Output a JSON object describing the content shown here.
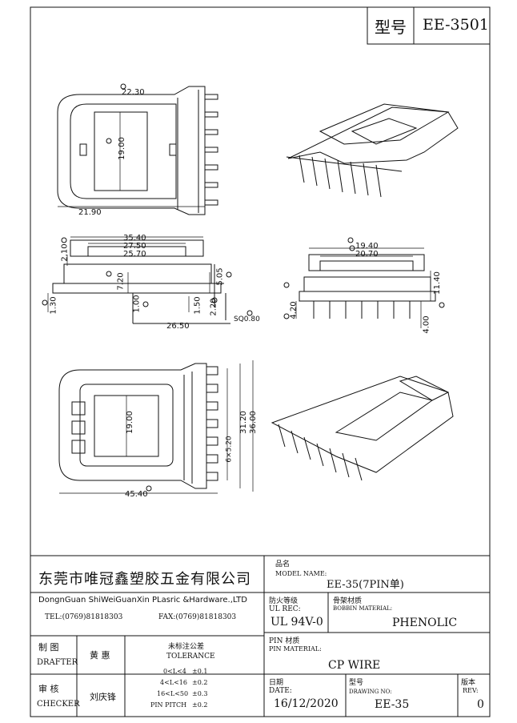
{
  "header": {
    "model_label": "型号",
    "model_value": "EE-3501"
  },
  "dims": {
    "top": {
      "d1": "22.30",
      "d2": "19.00",
      "d3": "21.90"
    },
    "side": {
      "d1": "35.40",
      "d2": "27.50",
      "d3": "25.70",
      "d4": "2.10",
      "d5": "7.20",
      "d6": "5.05",
      "d7": "1.30",
      "d8": "1.00",
      "d9": "1.50",
      "d10": "2.20",
      "d11": "26.50",
      "d12": "SQ0.80"
    },
    "front": {
      "d1": "19.40",
      "d2": "20.70",
      "d3": "11.40",
      "d4": "4.20",
      "d5": "4.00"
    },
    "bottom": {
      "d1": "19.00",
      "d2": "31.20",
      "d3": "36.00",
      "d4": "6×5.20",
      "d5": "45.40"
    }
  },
  "company": {
    "name_cn": "东莞市唯冠鑫塑胶五金有限公司",
    "name_en": "DongnGuan ShiWeiGuanXin PLasric &Hardware.,LTD",
    "tel": "TEL:(0769)81818303",
    "fax": "FAX:(0769)81818303"
  },
  "product": {
    "name_label_cn": "品名",
    "name_label_en": "MODEL NAME:",
    "name_value": "EE-35(7PIN单)",
    "ul_label_cn": "防火等级",
    "ul_label_en": "UL REC:",
    "ul_value": "UL 94V-0",
    "bobbin_label_cn": "骨架材质",
    "bobbin_label_en": "BOBBIN MATERIAL:",
    "bobbin_value": "PHENOLIC",
    "pin_label_cn": "PIN 材质",
    "pin_label_en": "PIN MATERIAL:",
    "pin_value": "CP WIRE",
    "date_label_cn": "日期",
    "date_label_en": "DATE:",
    "date_value": "16/12/2020",
    "drawing_label_cn": "型号",
    "drawing_label_en": "DRAWING NO:",
    "drawing_value": "EE-35",
    "rev_label_cn": "版本",
    "rev_label_en": "REV:",
    "rev_value": "0"
  },
  "people": {
    "drafter_cn": "制 图",
    "drafter_en": "DRAFTER",
    "drafter_name": "黄 惠",
    "checker_cn": "审 核",
    "checker_en": "CHECKER",
    "checker_name": "刘庆锋"
  },
  "tolerance": {
    "title_cn": "未标注公差",
    "title_en": "TOLERANCE",
    "rows": [
      {
        "range": "0<L<4",
        "value": "±0.1"
      },
      {
        "range": "4<L<16",
        "value": "±0.2"
      },
      {
        "range": "16<L<50",
        "value": "±0.3"
      },
      {
        "range": "PIN PITCH",
        "value": "±0.2"
      }
    ]
  }
}
